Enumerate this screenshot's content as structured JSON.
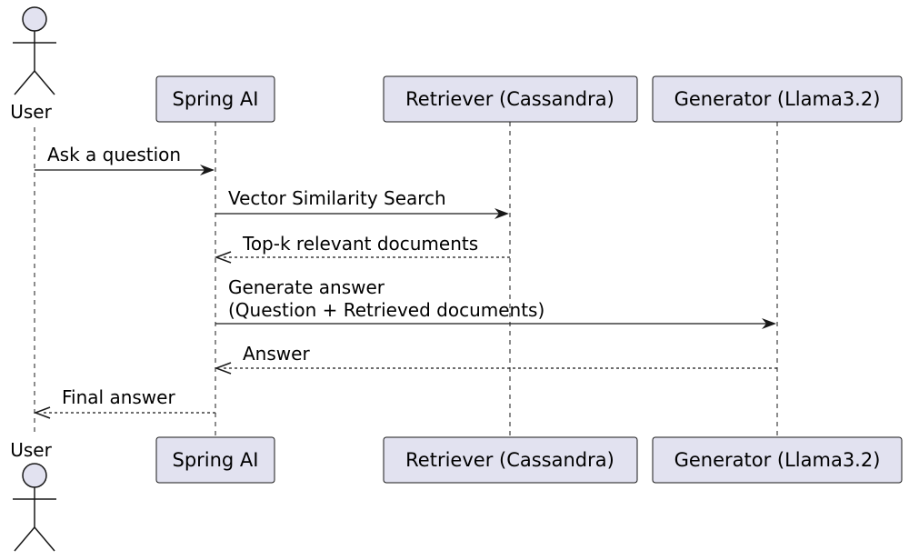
{
  "participants": [
    {
      "id": "user",
      "kind": "actor",
      "name": "User"
    },
    {
      "id": "spring",
      "kind": "box",
      "name": "Spring AI"
    },
    {
      "id": "retriever",
      "kind": "box",
      "name": "Retriever (Cassandra)"
    },
    {
      "id": "generator",
      "kind": "box",
      "name": "Generator (Llama3.2)"
    }
  ],
  "messages": [
    {
      "from": "user",
      "to": "spring",
      "style": "solid",
      "lines": [
        "Ask a question"
      ]
    },
    {
      "from": "spring",
      "to": "retriever",
      "style": "solid",
      "lines": [
        "Vector Similarity Search"
      ]
    },
    {
      "from": "retriever",
      "to": "spring",
      "style": "dashed",
      "lines": [
        "Top-k relevant documents"
      ]
    },
    {
      "from": "spring",
      "to": "generator",
      "style": "solid",
      "lines": [
        "Generate answer",
        "(Question + Retrieved documents)"
      ]
    },
    {
      "from": "generator",
      "to": "spring",
      "style": "dashed",
      "lines": [
        "Answer"
      ]
    },
    {
      "from": "spring",
      "to": "user",
      "style": "dashed",
      "lines": [
        "Final answer"
      ]
    }
  ],
  "colors": {
    "box_fill": "#E2E2F0",
    "box_stroke": "#181818",
    "lifeline": "#181818",
    "arrow": "#181818"
  }
}
